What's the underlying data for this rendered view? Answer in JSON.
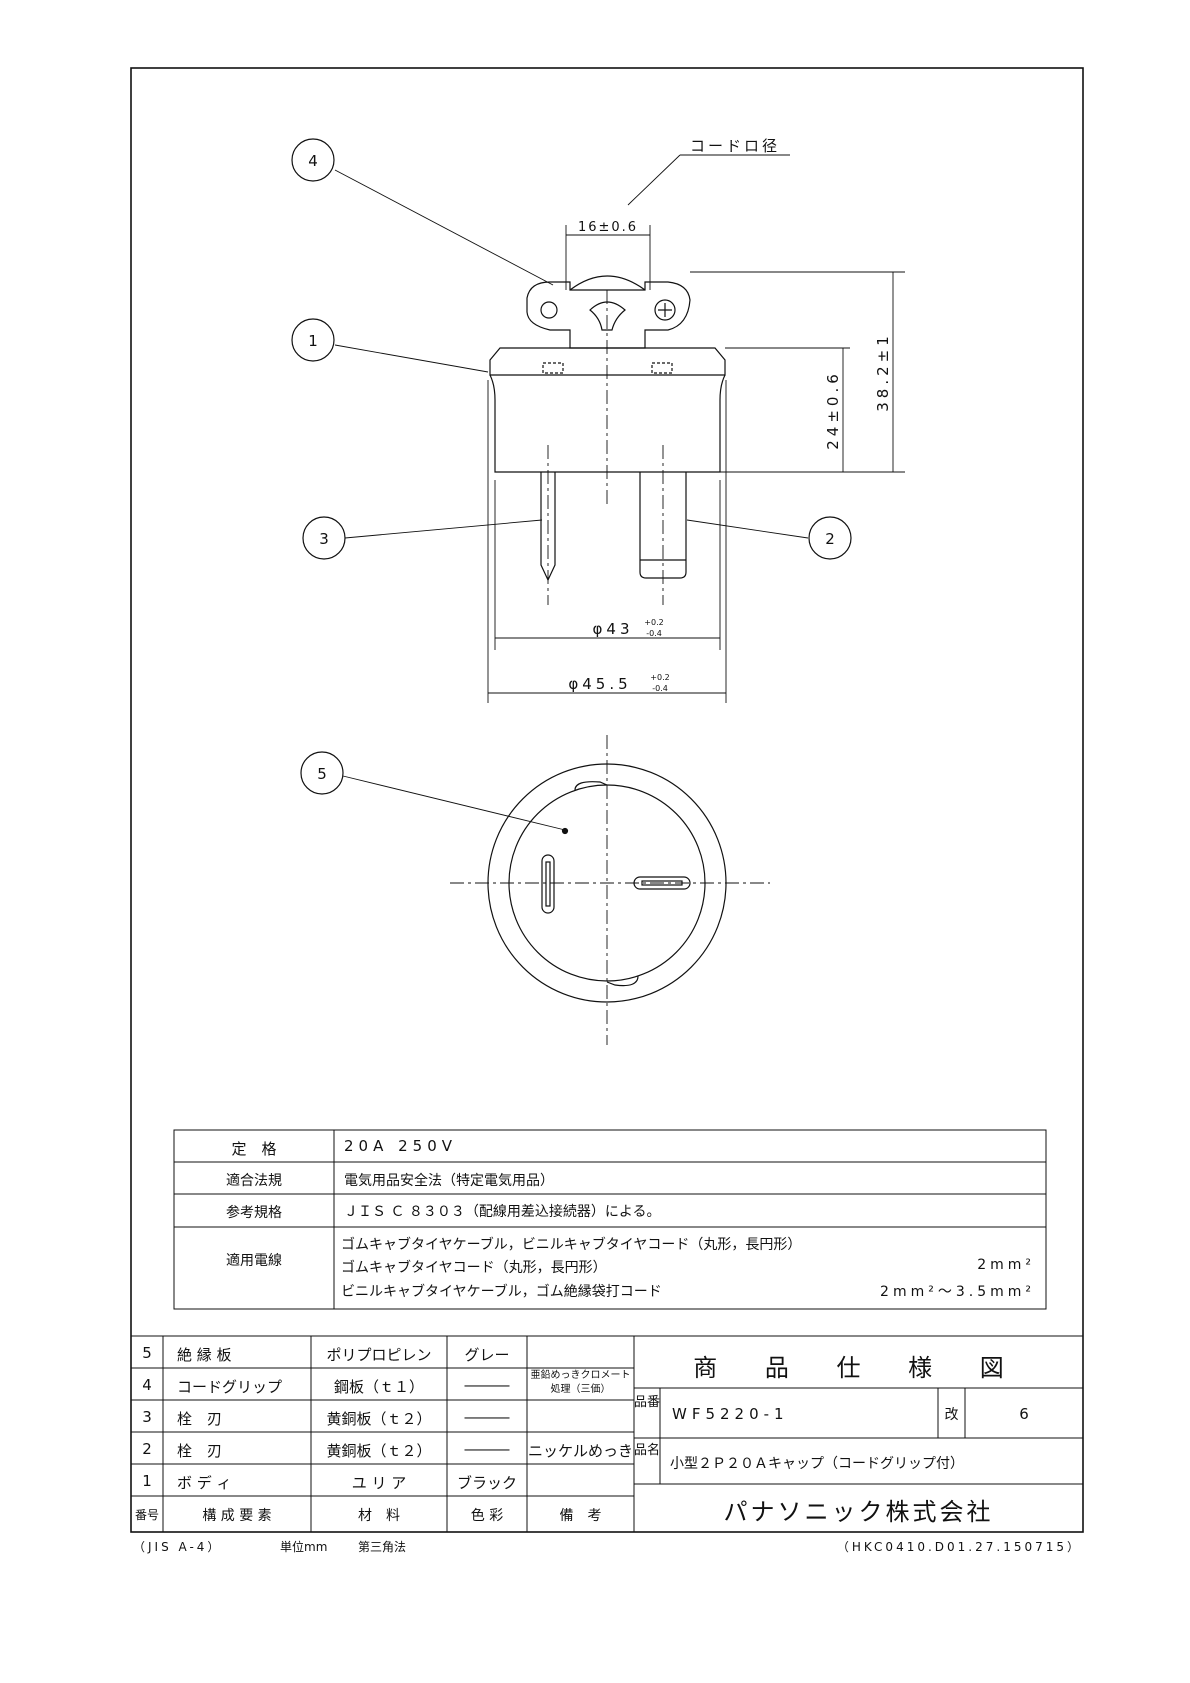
{
  "drawing": {
    "balloons": [
      "1",
      "2",
      "3",
      "4",
      "5"
    ],
    "cord_label": "コードロ径",
    "dim_16": "16±0.6",
    "dim_24": "24±0.6",
    "dim_38": "38.2±1",
    "dim_43": "φ43",
    "dim_43_tol_up": "+0.2",
    "dim_43_tol_dn": "-0.4",
    "dim_455": "φ45.5",
    "dim_455_tol_up": "+0.2",
    "dim_455_tol_dn": "-0.4"
  },
  "spec": [
    {
      "label": "定　格",
      "value": "20A 250V"
    },
    {
      "label": "適合法規",
      "value": "電気用品安全法（特定電気用品）"
    },
    {
      "label": "参考規格",
      "value": "ＪＩＳ Ｃ ８３０３（配線用差込接続器）による。"
    },
    {
      "label": "適用電線",
      "lines": [
        {
          "text": "ゴムキャブタイヤケーブル，ビニルキャブタイヤコード（丸形，長円形）",
          "size": ""
        },
        {
          "text": "ゴムキャブタイヤコード（丸形，長円形）",
          "size": "2mm²"
        },
        {
          "text": "ビニルキャブタイヤケーブル，ゴム絶縁袋打コード",
          "size": "2mm²～3.5mm²"
        }
      ]
    }
  ],
  "parts": [
    {
      "no": "5",
      "name": "絶 縁 板",
      "material": "ポリプロピレン",
      "color": "グレー",
      "note": ""
    },
    {
      "no": "4",
      "name": "コードグリップ",
      "material": "鋼板（ｔ１）",
      "color": "―――",
      "note": "亜鉛めっきクロメート処理（三価）"
    },
    {
      "no": "3",
      "name": "栓　刃",
      "material": "黄銅板（ｔ２）",
      "color": "―――",
      "note": ""
    },
    {
      "no": "2",
      "name": "栓　刃",
      "material": "黄銅板（ｔ２）",
      "color": "―――",
      "note": "ニッケルめっき"
    },
    {
      "no": "1",
      "name": "ボ デ ィ",
      "material": "ユ リ ア",
      "color": "ブラック",
      "note": ""
    }
  ],
  "parts_header": {
    "no": "番号",
    "name": "構 成 要 素",
    "material": "材　料",
    "color": "色 彩",
    "note": "備　考"
  },
  "title_block": {
    "title": "商 品 仕 様 図",
    "part_no_label": "品番",
    "part_no": "WF5220-1",
    "rev_label": "改",
    "rev": "6",
    "name_label": "品名",
    "name": "小型２Ｐ２０Ａキャップ（コードグリップ付）",
    "company": "パナソニック株式会社"
  },
  "footer": {
    "paper": "（JIS A-4）",
    "unit": "単位mm",
    "projection": "第三角法",
    "code": "（HKC0410.D01.27.150715）"
  }
}
